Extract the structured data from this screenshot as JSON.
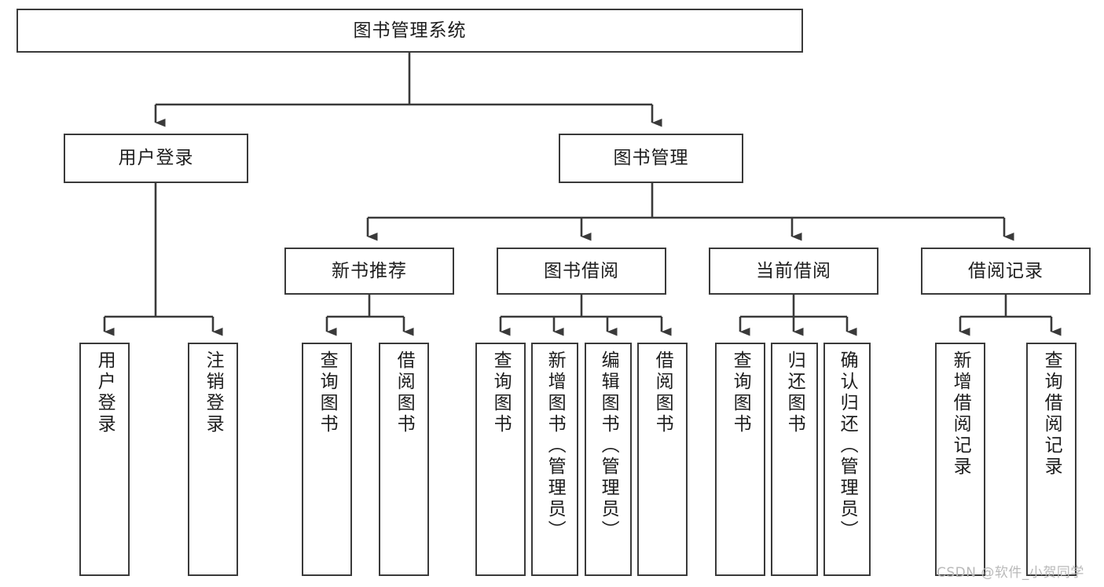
{
  "diagram": {
    "title": "图书管理系统",
    "type": "tree-hierarchy",
    "root": {
      "label": "图书管理系统"
    },
    "level2": [
      {
        "label": "用户登录"
      },
      {
        "label": "图书管理"
      }
    ],
    "level3": [
      {
        "label": "新书推荐"
      },
      {
        "label": "图书借阅"
      },
      {
        "label": "当前借阅"
      },
      {
        "label": "借阅记录"
      }
    ],
    "leaves": [
      {
        "label": "用户登录"
      },
      {
        "label": "注销登录"
      },
      {
        "label": "查询图书"
      },
      {
        "label": "借阅图书"
      },
      {
        "label": "查询图书"
      },
      {
        "label": "新增图书（管理员）"
      },
      {
        "label": "编辑图书（管理员）"
      },
      {
        "label": "借阅图书"
      },
      {
        "label": "查询图书"
      },
      {
        "label": "归还图书"
      },
      {
        "label": "确认归还（管理员）"
      },
      {
        "label": "新增借阅记录"
      },
      {
        "label": "查询借阅记录"
      }
    ]
  },
  "watermark": {
    "text": "CSDN @软件_小贺同学"
  },
  "colors": {
    "border": "#3a3a3a",
    "edge": "#3a3a3a",
    "text": "#1d1d1d",
    "background": "#ffffff",
    "watermark": "#b9b9b9"
  }
}
